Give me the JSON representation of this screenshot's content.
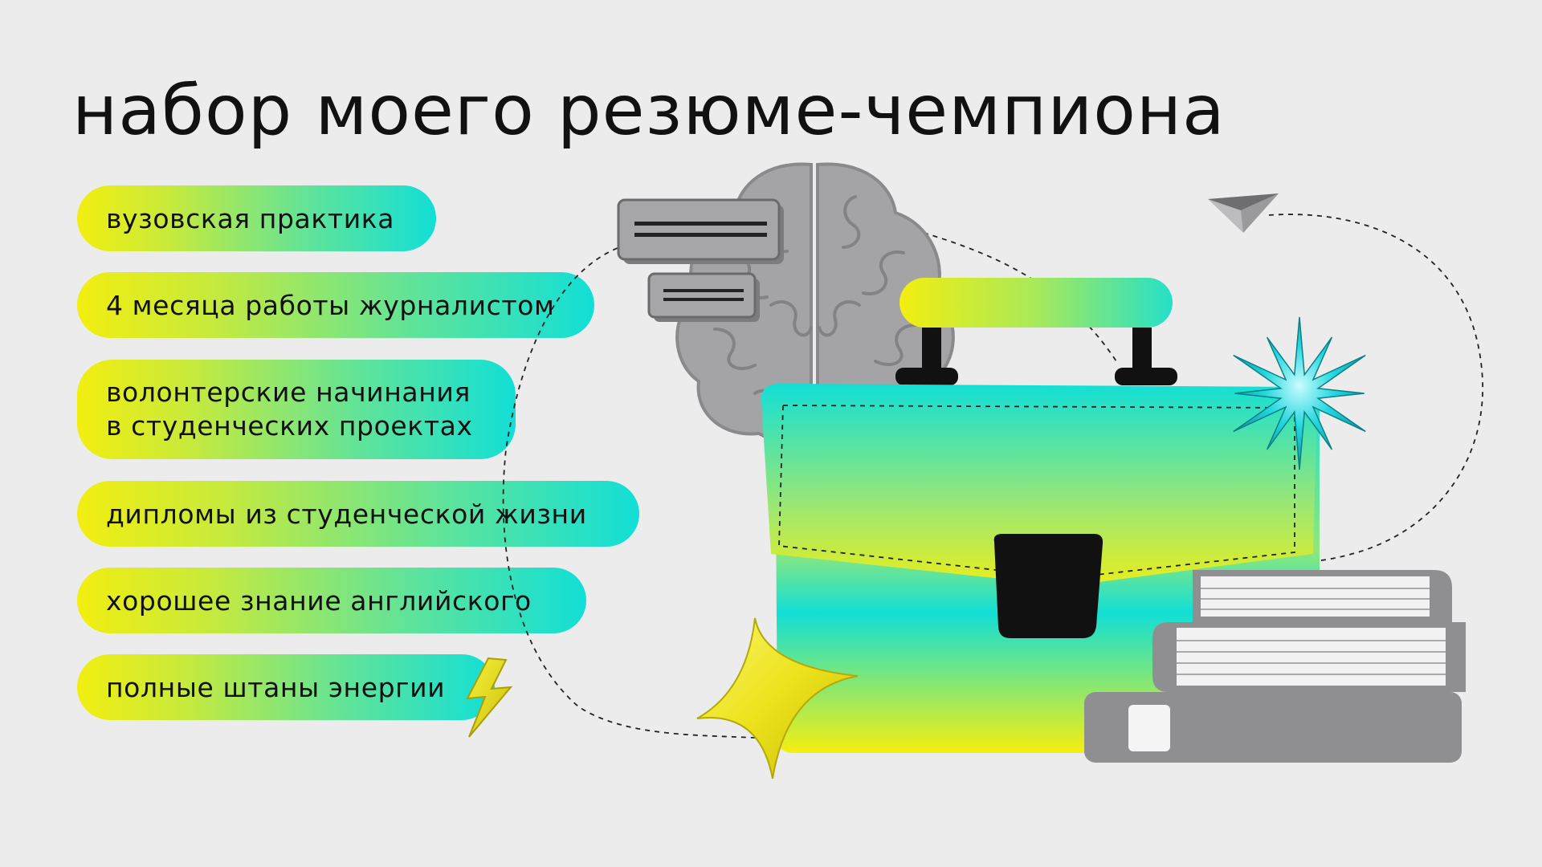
{
  "title": "набор моего резюме-чемпиона",
  "items": [
    {
      "label": "вузовская практика"
    },
    {
      "label": "4 месяца работы журналистом"
    },
    {
      "label_line1": "волонтерские начинания",
      "label_line2": "в студенческих проектах"
    },
    {
      "label": "дипломы из студенческой жизни"
    },
    {
      "label": "хорошее знание английского"
    },
    {
      "label": "полные штаны энергии"
    }
  ],
  "icons": [
    "lightning-icon",
    "brain-icon",
    "speech-bubble-icon",
    "briefcase-icon",
    "star-icon",
    "spiky-star-icon",
    "books-icon",
    "paper-plane-icon"
  ],
  "colors": {
    "background": "#ececec",
    "gradient_yellow": "#f2ee10",
    "gradient_cyan": "#12dfd6",
    "gray": "#9a9a9c"
  }
}
